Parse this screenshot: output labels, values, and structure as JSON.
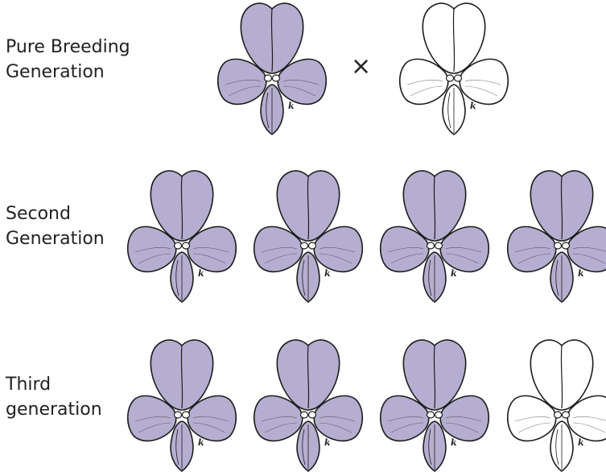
{
  "rows": [
    {
      "label_lines": [
        "Pure Breeding",
        "Generation"
      ],
      "flowers": [
        "purple",
        "white"
      ],
      "operator": "×"
    },
    {
      "label_lines": [
        "Second",
        "Generation"
      ],
      "flowers": [
        "purple",
        "purple",
        "purple",
        "purple"
      ]
    },
    {
      "label_lines": [
        "Third",
        "generation"
      ],
      "flowers": [
        "purple",
        "purple",
        "purple",
        "white"
      ]
    }
  ],
  "flower_letter": "k",
  "colors": {
    "purple": "#b6aed0",
    "white": "#ffffff",
    "outline": "#1c1c1c"
  }
}
